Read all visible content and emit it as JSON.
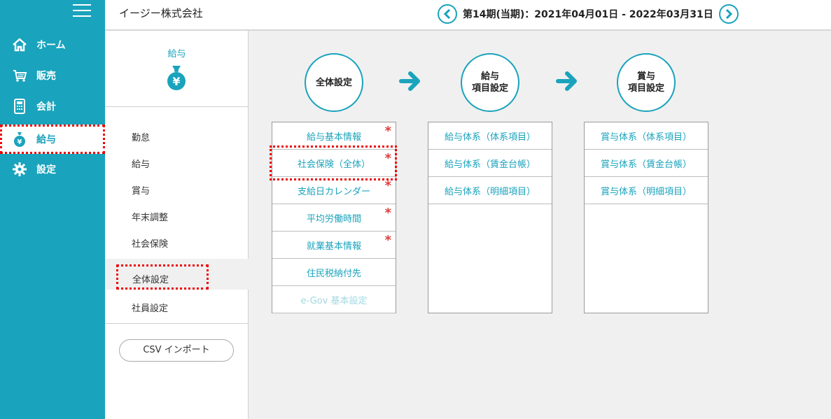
{
  "nav": {
    "items": [
      {
        "label": "ホーム",
        "icon": "home-icon"
      },
      {
        "label": "販売",
        "icon": "cart-icon"
      },
      {
        "label": "会計",
        "icon": "calculator-icon"
      },
      {
        "label": "給与",
        "icon": "moneybag-icon"
      },
      {
        "label": "設定",
        "icon": "gear-icon"
      }
    ]
  },
  "header": {
    "company": "イージー株式会社",
    "period": "第14期(当期)：2021年04月01日 - 2022年03月31日"
  },
  "subpanel": {
    "title": "給与",
    "items": [
      "勤怠",
      "給与",
      "賞与",
      "年末調整",
      "社会保険",
      "全体設定",
      "社員設定"
    ],
    "csv_button": "CSV インポート"
  },
  "steps": [
    {
      "line1": "全体設定",
      "line2": ""
    },
    {
      "line1": "給与",
      "line2": "項目設定"
    },
    {
      "line1": "賞与",
      "line2": "項目設定"
    }
  ],
  "columns": {
    "general": [
      {
        "label": "給与基本情報",
        "required": "*"
      },
      {
        "label": "社会保険（全体）",
        "required": "*"
      },
      {
        "label": "支給日カレンダー",
        "required": "*"
      },
      {
        "label": "平均労働時間",
        "required": "*"
      },
      {
        "label": "就業基本情報",
        "required": "*"
      },
      {
        "label": "住民税納付先",
        "required": ""
      },
      {
        "label": "e-Gov 基本設定",
        "required": ""
      }
    ],
    "salary": [
      "給与体系（体系項目）",
      "給与体系（賃金台帳）",
      "給与体系（明細項目）"
    ],
    "bonus": [
      "賞与体系（体系項目）",
      "賞与体系（賃金台帳）",
      "賞与体系（明細項目）"
    ]
  },
  "colors": {
    "accent": "#1aa3bc",
    "required": "#e03b3b",
    "highlight": "#ee0000"
  }
}
